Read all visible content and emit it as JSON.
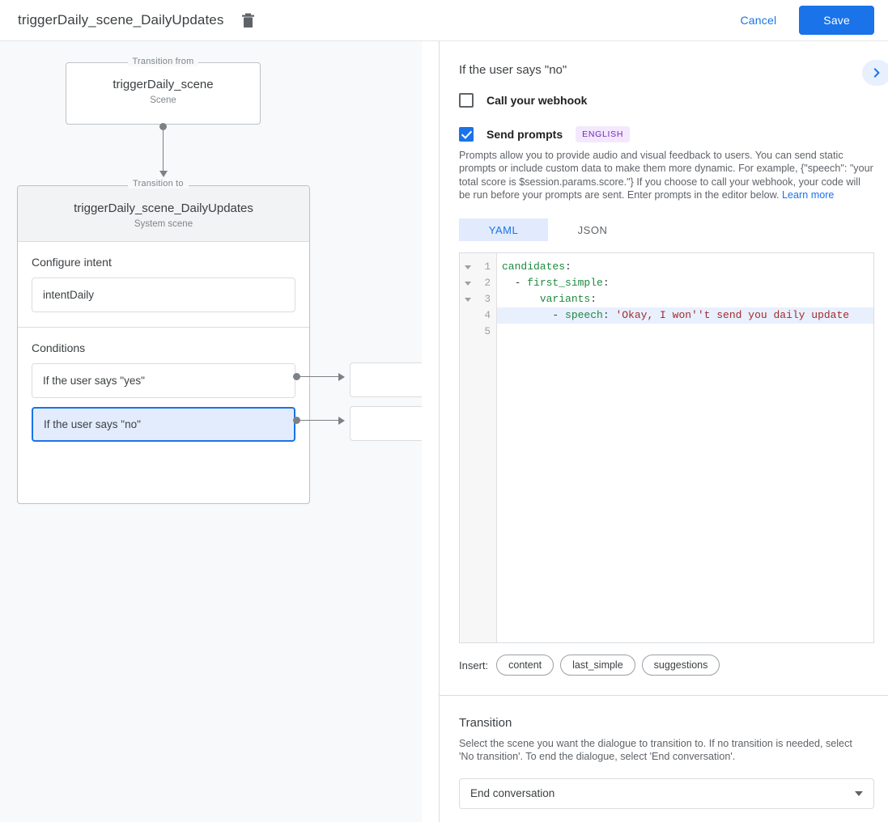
{
  "topbar": {
    "title": "triggerDaily_scene_DailyUpdates",
    "delete_icon": "trash-icon",
    "cancel_label": "Cancel",
    "save_label": "Save",
    "accent_color": "#1a73e8"
  },
  "canvas": {
    "from_node": {
      "legend": "Transition from",
      "title": "triggerDaily_scene",
      "subtitle": "Scene"
    },
    "to_node": {
      "legend": "Transition to",
      "title": "triggerDaily_scene_DailyUpdates",
      "subtitle": "System scene"
    },
    "intent_section": {
      "label": "Configure intent",
      "value": "intentDaily"
    },
    "conditions_section": {
      "label": "Conditions",
      "items": [
        {
          "label": "If the user says \"yes\"",
          "selected": false
        },
        {
          "label": "If the user says \"no\"",
          "selected": true
        }
      ]
    },
    "stub_cards": [
      "",
      ""
    ]
  },
  "right_panel": {
    "title": "If the user says \"no\"",
    "expand_icon": "chevron-right-icon",
    "webhook": {
      "label": "Call your webhook",
      "checked": false
    },
    "prompts": {
      "label": "Send prompts",
      "checked": true,
      "badge": "ENGLISH",
      "badge_color": "#7627bb",
      "description": "Prompts allow you to provide audio and visual feedback to users. You can send static prompts or include custom data to make them more dynamic. For example, {\"speech\": \"your total score is $session.params.score.\"} If you choose to call your webhook, your code will be run before your prompts are sent. Enter prompts in the editor below. ",
      "learn_more": "Learn more"
    },
    "format_tabs": [
      {
        "label": "YAML",
        "active": true
      },
      {
        "label": "JSON",
        "active": false
      }
    ],
    "editor": {
      "lines": [
        {
          "num": "1",
          "fold": true,
          "active": false,
          "tokens": [
            {
              "t": "candidates",
              "c": "k"
            },
            {
              "t": ":",
              "c": "p"
            }
          ]
        },
        {
          "num": "2",
          "fold": true,
          "active": false,
          "tokens": [
            {
              "t": "  - ",
              "c": "p"
            },
            {
              "t": "first_simple",
              "c": "k"
            },
            {
              "t": ":",
              "c": "p"
            }
          ]
        },
        {
          "num": "3",
          "fold": true,
          "active": false,
          "tokens": [
            {
              "t": "      ",
              "c": "p"
            },
            {
              "t": "variants",
              "c": "k"
            },
            {
              "t": ":",
              "c": "p"
            }
          ]
        },
        {
          "num": "4",
          "fold": false,
          "active": true,
          "tokens": [
            {
              "t": "        - ",
              "c": "p"
            },
            {
              "t": "speech",
              "c": "k"
            },
            {
              "t": ": ",
              "c": "p"
            },
            {
              "t": "'Okay, I won''t send you daily update",
              "c": "s"
            }
          ]
        },
        {
          "num": "5",
          "fold": false,
          "active": false,
          "tokens": [
            {
              "t": "",
              "c": "p"
            }
          ]
        }
      ]
    },
    "insert": {
      "label": "Insert:",
      "chips": [
        "content",
        "last_simple",
        "suggestions"
      ]
    },
    "transition": {
      "title": "Transition",
      "description": "Select the scene you want the dialogue to transition to. If no transition is needed, select 'No transition'. To end the dialogue, select 'End conversation'.",
      "selected": "End conversation",
      "caret_icon": "chevron-down-icon"
    }
  }
}
